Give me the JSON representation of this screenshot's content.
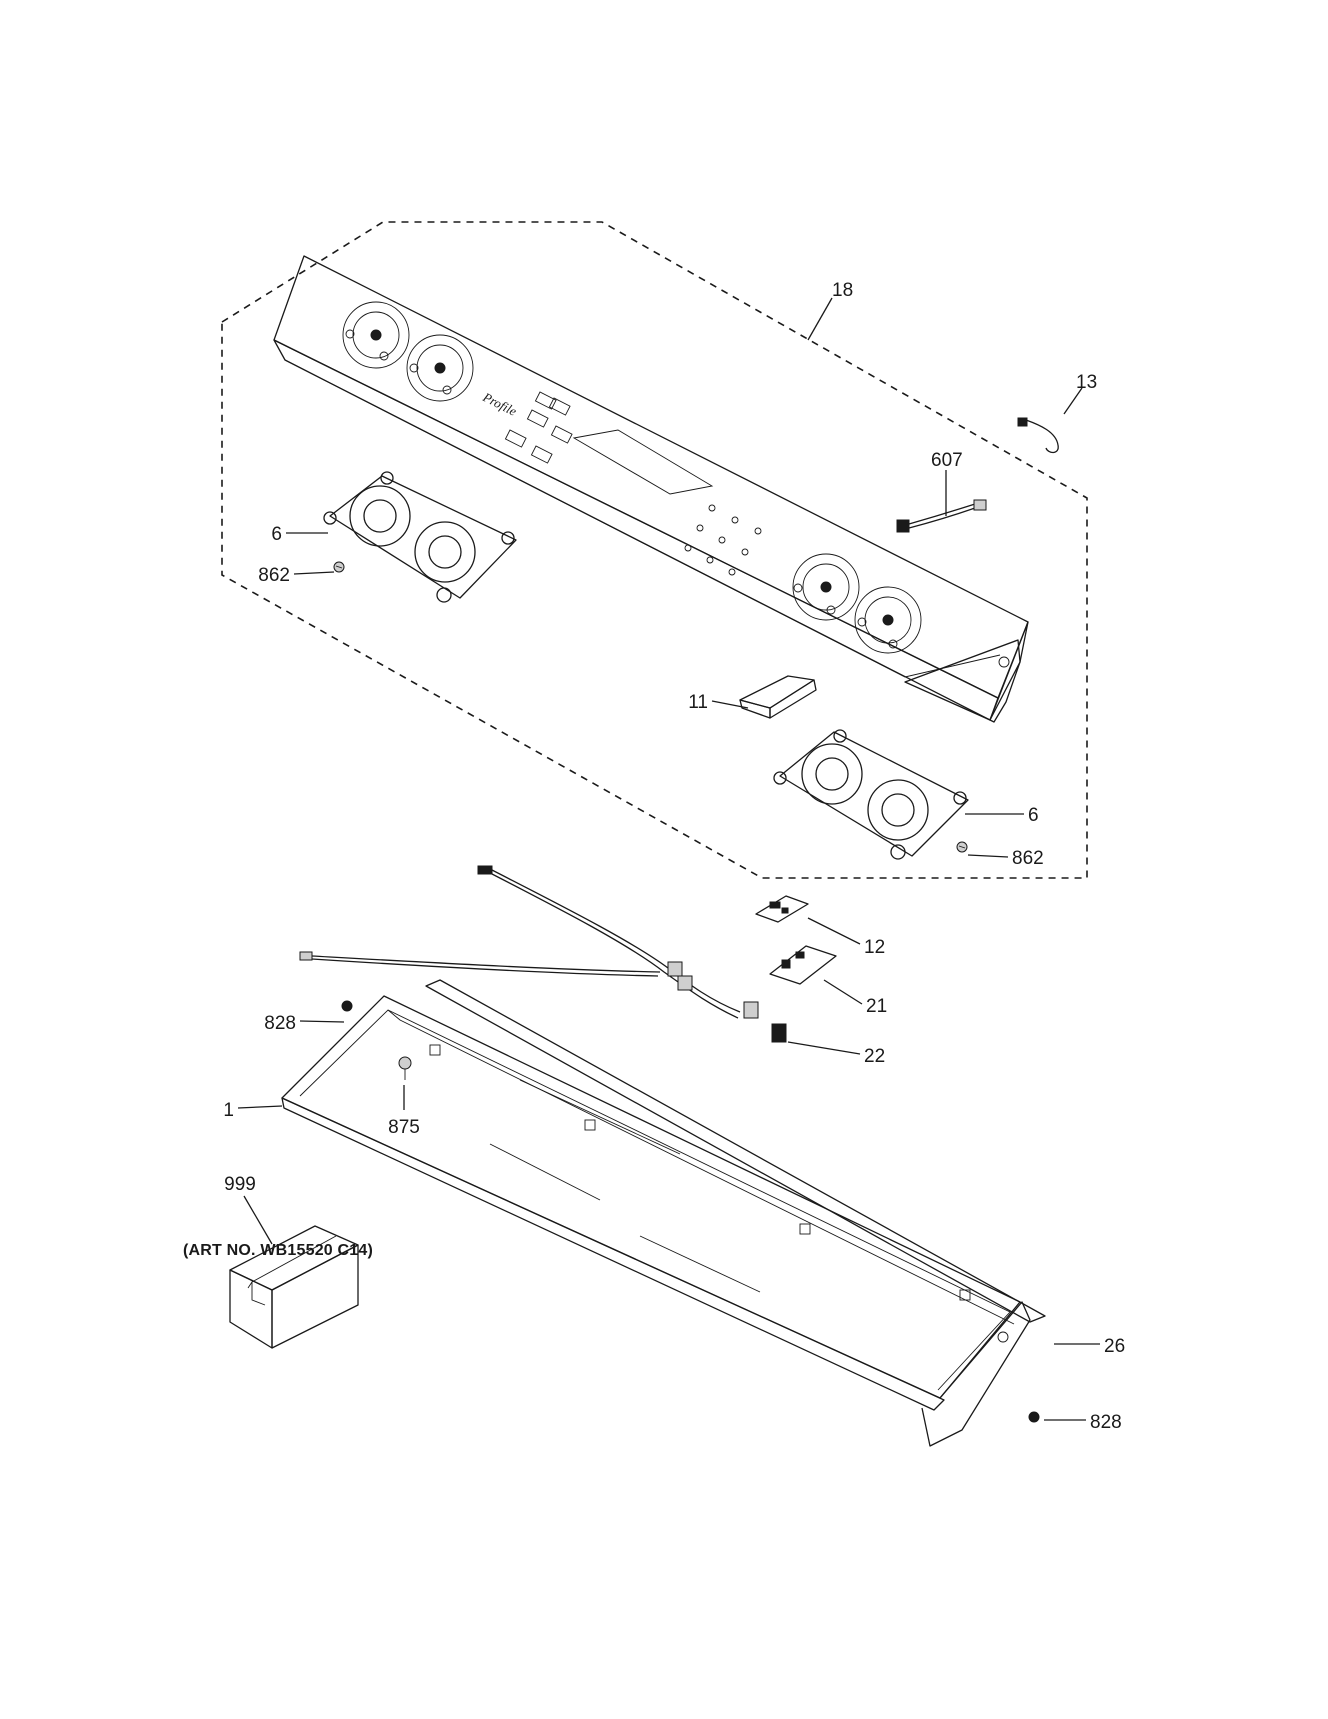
{
  "art_number": "(ART NO. WB15520 C14)",
  "panel_graphics": {
    "brand_mark": "Profile"
  },
  "callouts": [
    {
      "id": "18",
      "label": "18"
    },
    {
      "id": "13",
      "label": "13"
    },
    {
      "id": "607",
      "label": "607"
    },
    {
      "id": "6a",
      "label": "6"
    },
    {
      "id": "862a",
      "label": "862"
    },
    {
      "id": "11",
      "label": "11"
    },
    {
      "id": "6b",
      "label": "6"
    },
    {
      "id": "862b",
      "label": "862"
    },
    {
      "id": "12",
      "label": "12"
    },
    {
      "id": "21",
      "label": "21"
    },
    {
      "id": "22",
      "label": "22"
    },
    {
      "id": "828a",
      "label": "828"
    },
    {
      "id": "875",
      "label": "875"
    },
    {
      "id": "1",
      "label": "1"
    },
    {
      "id": "999",
      "label": "999"
    },
    {
      "id": "26",
      "label": "26"
    },
    {
      "id": "828b",
      "label": "828"
    }
  ]
}
